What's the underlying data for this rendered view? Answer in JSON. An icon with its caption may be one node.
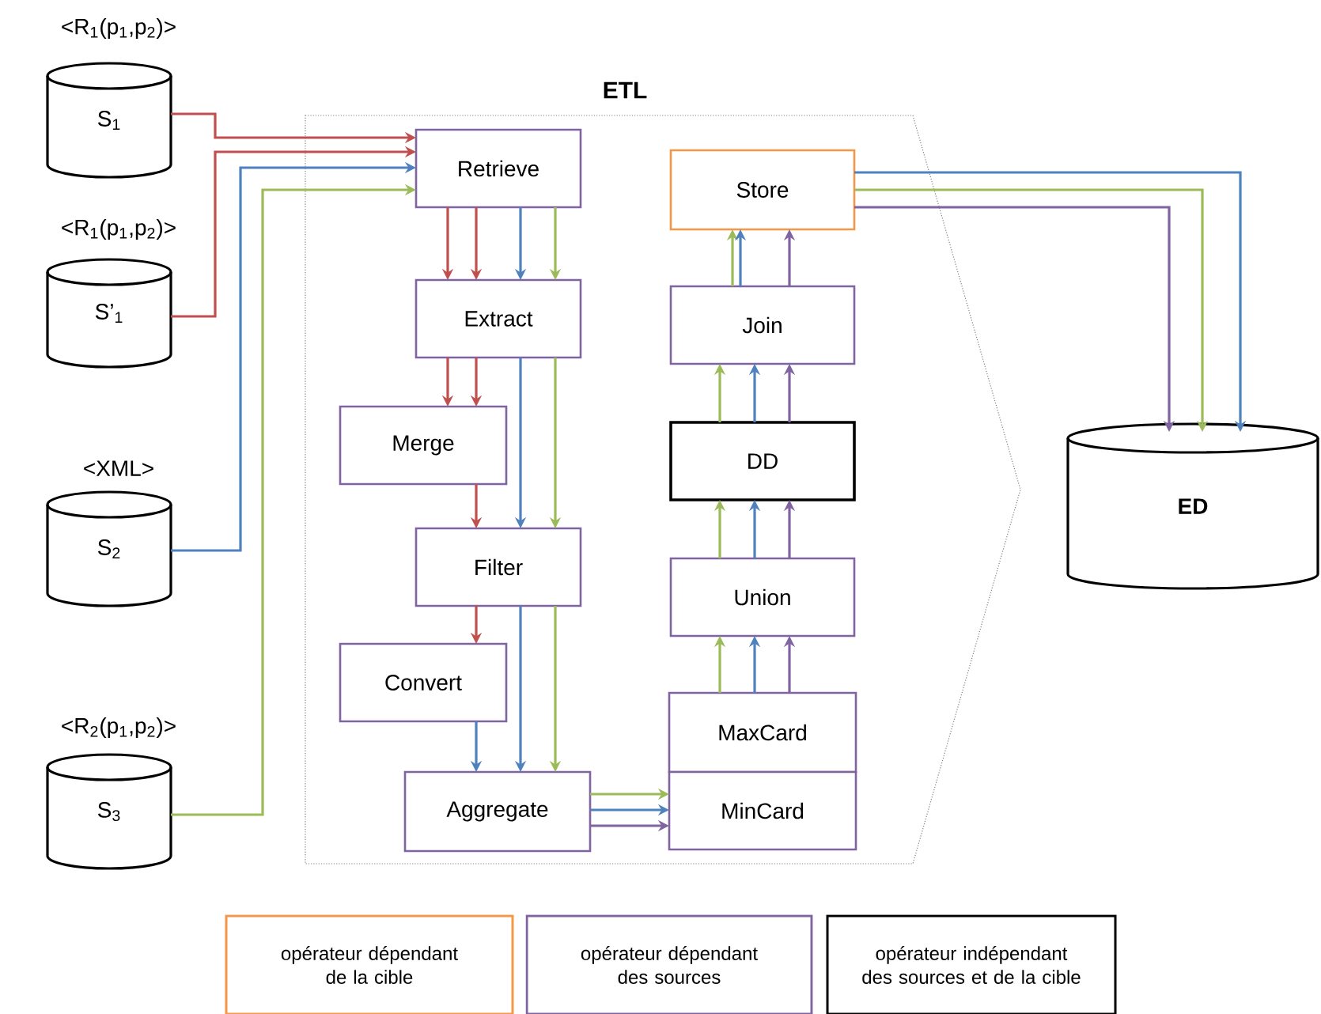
{
  "diagram": {
    "nodes": [
      {
        "text": [
          "S$_{1}$"
        ],
        "beside": [
          "<R$_{1}$(p$_{1}$,p$_{2}$)>"
        ]
      },
      {
        "text": [
          "S’$_{1}$"
        ],
        "beside": [
          "<R$_{1}$(p$_{1}$,p$_{2}$)>"
        ]
      },
      {
        "text": [
          "S$_{2}$"
        ],
        "beside": [
          "<XML>"
        ]
      },
      {
        "text": [
          "S$_{3}$"
        ],
        "beside": [
          "<R$_{2}$(p$_{1}$,p$_{2}$)>"
        ]
      },
      {
        "text": [
          "ETL"
        ]
      },
      {
        "text": [
          "Retrieve"
        ],
        "in": 4
      },
      {
        "text": [
          "Extract"
        ],
        "in": 4
      },
      {
        "text": [
          "Merge"
        ],
        "in": 4
      },
      {
        "text": [
          "Filter"
        ],
        "in": 4
      },
      {
        "text": [
          "Convert"
        ],
        "in": 4
      },
      {
        "text": [
          "Aggregate"
        ],
        "in": 4
      },
      {
        "text": [
          "Store"
        ],
        "in": 4
      },
      {
        "text": [
          "Join"
        ],
        "in": 4
      },
      {
        "text": [
          "DD"
        ],
        "in": 4
      },
      {
        "text": [
          "Union"
        ],
        "in": 4
      },
      {
        "text": [
          "MaxCard"
        ],
        "in": 4
      },
      {
        "text": [
          "MinCard"
        ],
        "in": 4
      },
      {
        "text": [
          "ED"
        ]
      }
    ],
    "edges": [
      {
        "from": 0,
        "to": 5,
        "arrow": "to",
        "color": "#c0504d"
      },
      {
        "from": 1,
        "to": 5,
        "arrow": "to",
        "color": "#c0504d"
      },
      {
        "from": 2,
        "to": 5,
        "arrow": "to",
        "color": "#4f81bd"
      },
      {
        "from": 3,
        "to": 5,
        "arrow": "to",
        "color": "#9bbb59"
      },
      {
        "from": 5,
        "to": 6,
        "arrow": "to",
        "color": "#c0504d"
      },
      {
        "from": 5,
        "to": 6,
        "arrow": "to",
        "color": "#c0504d"
      },
      {
        "from": 5,
        "to": 6,
        "arrow": "to",
        "color": "#4f81bd"
      },
      {
        "from": 5,
        "to": 6,
        "arrow": "to",
        "color": "#9bbb59"
      },
      {
        "from": 6,
        "to": 7,
        "arrow": "to",
        "color": "#c0504d"
      },
      {
        "from": 6,
        "to": 7,
        "arrow": "to",
        "color": "#c0504d"
      },
      {
        "from": 6,
        "to": 8,
        "arrow": "to",
        "color": "#4f81bd"
      },
      {
        "from": 6,
        "to": 8,
        "arrow": "to",
        "color": "#9bbb59"
      },
      {
        "from": 7,
        "to": 8,
        "arrow": "to",
        "color": "#c0504d"
      },
      {
        "from": 8,
        "to": 9,
        "arrow": "to",
        "color": "#c0504d"
      },
      {
        "from": 8,
        "to": 10,
        "arrow": "to",
        "color": "#4f81bd"
      },
      {
        "from": 8,
        "to": 10,
        "arrow": "to",
        "color": "#9bbb59"
      },
      {
        "from": 9,
        "to": 10,
        "arrow": "to",
        "color": "#4f81bd"
      },
      {
        "from": 10,
        "to": 16,
        "arrow": "to",
        "color": "#9bbb59"
      },
      {
        "from": 10,
        "to": 16,
        "arrow": "to",
        "color": "#4f81bd"
      },
      {
        "from": 10,
        "to": 16,
        "arrow": "to",
        "color": "#8064a2"
      },
      {
        "from": 15,
        "to": 14,
        "arrow": "to",
        "color": "#9bbb59"
      },
      {
        "from": 15,
        "to": 14,
        "arrow": "to",
        "color": "#4f81bd"
      },
      {
        "from": 15,
        "to": 14,
        "arrow": "to",
        "color": "#8064a2"
      },
      {
        "from": 14,
        "to": 13,
        "arrow": "to",
        "color": "#9bbb59"
      },
      {
        "from": 14,
        "to": 13,
        "arrow": "to",
        "color": "#4f81bd"
      },
      {
        "from": 14,
        "to": 13,
        "arrow": "to",
        "color": "#8064a2"
      },
      {
        "from": 13,
        "to": 12,
        "arrow": "to",
        "color": "#9bbb59"
      },
      {
        "from": 13,
        "to": 12,
        "arrow": "to",
        "color": "#4f81bd"
      },
      {
        "from": 13,
        "to": 12,
        "arrow": "to",
        "color": "#8064a2"
      },
      {
        "from": 12,
        "to": 11,
        "arrow": "to",
        "color": "#9bbb59"
      },
      {
        "from": 12,
        "to": 11,
        "arrow": "to",
        "color": "#4f81bd"
      },
      {
        "from": 12,
        "to": 11,
        "arrow": "to",
        "color": "#8064a2"
      },
      {
        "from": 11,
        "to": 17,
        "arrow": "to",
        "color": "#4f81bd"
      },
      {
        "from": 11,
        "to": 17,
        "arrow": "to",
        "color": "#9bbb59"
      },
      {
        "from": 11,
        "to": 17,
        "arrow": "to",
        "color": "#8064a2"
      }
    ],
    "legend": [
      {
        "text": "opérateur dépendant de la cible",
        "color": "#f79646"
      },
      {
        "text": "opérateur dépendant des sources",
        "color": "#8064a2"
      },
      {
        "text": "opérateur indépendant des sources et de la cible",
        "color": "#000000"
      }
    ]
  }
}
